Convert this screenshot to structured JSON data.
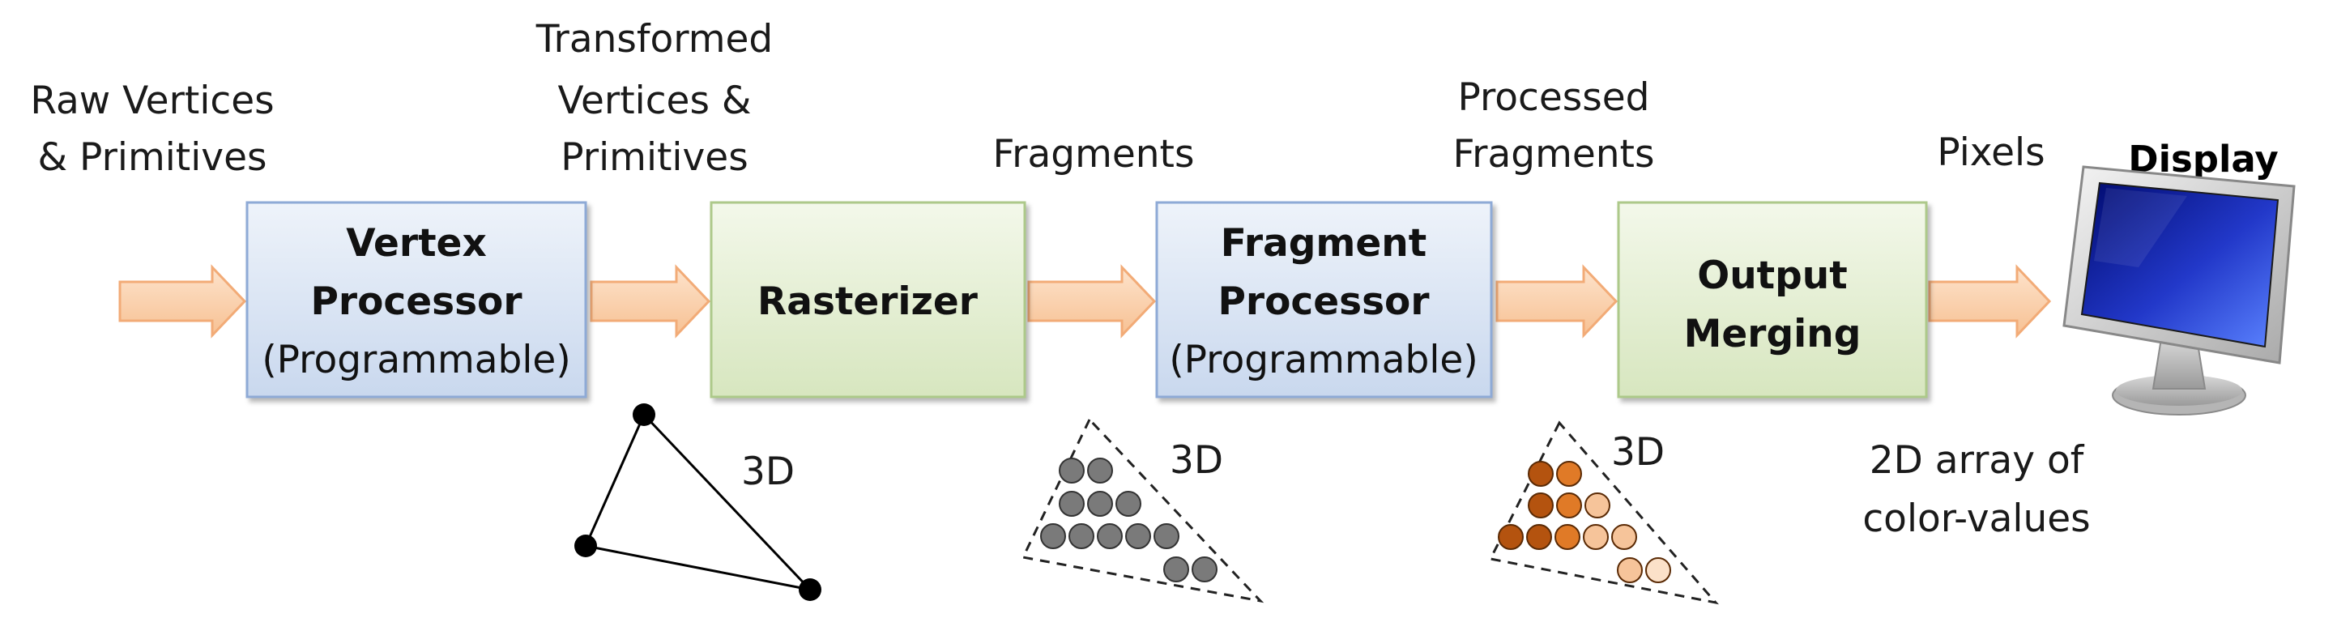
{
  "flow_labels": {
    "raw": [
      "Raw Vertices",
      "& Primitives"
    ],
    "transformed": [
      "Transformed",
      "Vertices &",
      "Primitives"
    ],
    "fragments": [
      "Fragments"
    ],
    "processed": [
      "Processed",
      "Fragments"
    ],
    "pixels": [
      "Pixels"
    ]
  },
  "stages": {
    "vertex": {
      "title": [
        "Vertex",
        "Processor"
      ],
      "subtitle": "(Programmable)"
    },
    "rasterizer": {
      "title": [
        "Rasterizer"
      ]
    },
    "fragment": {
      "title": [
        "Fragment",
        "Processor"
      ],
      "subtitle": "(Programmable)"
    },
    "output": {
      "title": [
        "Output",
        "Merging"
      ]
    }
  },
  "display": {
    "label": "Display"
  },
  "illustrations": {
    "triangle": {
      "label": "3D"
    },
    "fragments": {
      "label": "3D"
    },
    "processed": {
      "label": "3D"
    },
    "pixel_array": {
      "label": [
        "2D array of",
        "color-values"
      ]
    }
  },
  "colors": {
    "box_blue": "#dce6f4",
    "box_green": "#e5efd5",
    "arrow_fill": "#fbd7b8",
    "arrow_stroke": "#f2ab77",
    "fragment_gray": "#7a7a7a",
    "orange_dark": "#b4530f",
    "orange_mid": "#e07a27",
    "orange_light": "#f6c49a"
  }
}
